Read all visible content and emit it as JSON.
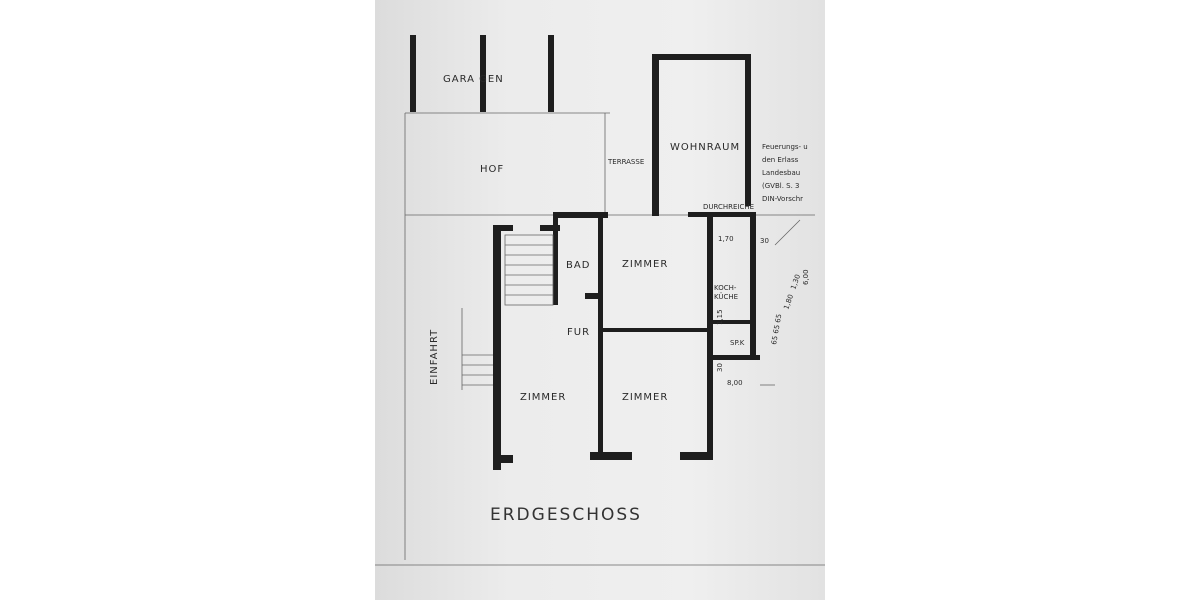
{
  "plan": {
    "title": "ERDGESCHOSS",
    "rooms": {
      "garagen": "GARA GEN",
      "hof": "HOF",
      "terrasse": "TERRASSE",
      "wohnraum": "WOHNRAUM",
      "durchreiche": "DURCHREICHE",
      "bad": "BAD",
      "zimmer_top": "ZIMMER",
      "kochkueche_1": "KOCH-",
      "kochkueche_2": "KÜCHE",
      "flur": "FUR",
      "speisekammer": "SP.K",
      "zimmer_left": "ZIMMER",
      "zimmer_right": "ZIMMER",
      "einfahrt": "EINFAHRT"
    },
    "note": [
      "Feuerungs- u",
      "den Erlass",
      "Landesbau",
      "(GVBl. S. 3",
      "DIN-Vorschr"
    ],
    "dimensions": {
      "d170": "1,70",
      "d30a": "30",
      "d30b": "30",
      "d800": "8,00",
      "d600": "6,00",
      "d115": "1,15",
      "d130": "1,30",
      "d180": "1,80",
      "d65": "65 65 65"
    }
  }
}
